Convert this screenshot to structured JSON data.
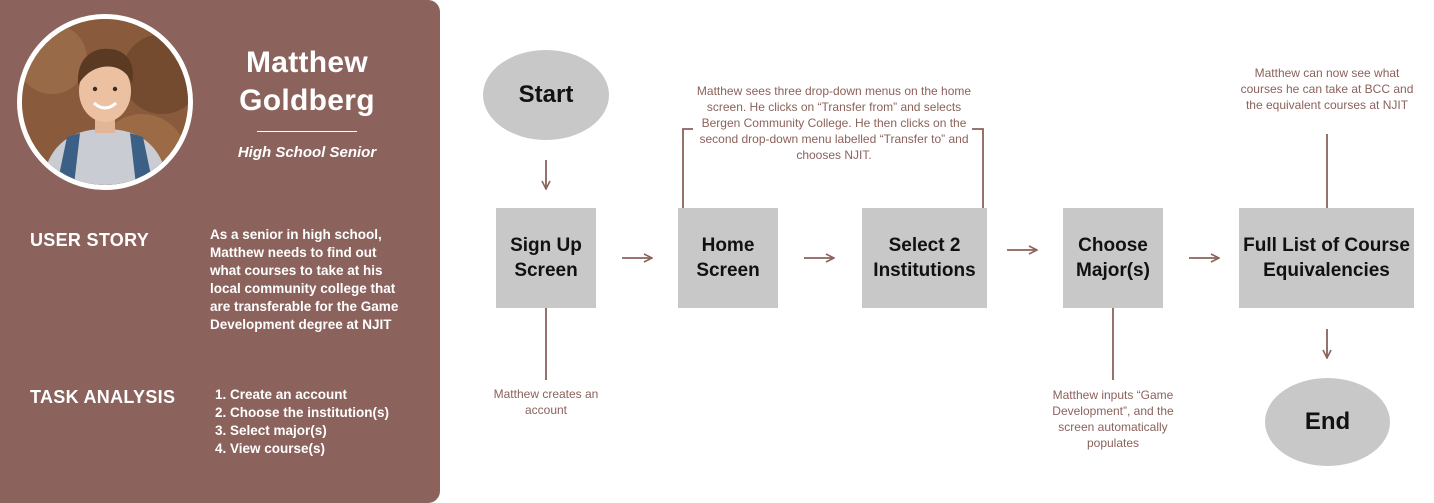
{
  "persona": {
    "name": "Matthew Goldberg",
    "role": "High School Senior"
  },
  "user_story": {
    "title": "USER STORY",
    "text": "As a senior in high school, Matthew needs to find out what courses to take at his local community college that are transferable for the Game Development degree at NJIT"
  },
  "task_analysis": {
    "title": "TASK ANALYSIS",
    "items": [
      "1. Create an account",
      "2. Choose the institution(s)",
      "3. Select major(s)",
      "4. View course(s)"
    ]
  },
  "flow": {
    "start": "Start",
    "end": "End",
    "steps": [
      "Sign Up Screen",
      "Home Screen",
      "Select  2 Institutions",
      "Choose Major(s)",
      "Full List of Course Equivalencies"
    ],
    "notes": {
      "signup": "Matthew creates an account",
      "home": "Matthew sees three drop-down menus on the home screen. He clicks on “Transfer from” and selects Bergen Community College.  He then clicks on the second drop-down menu labelled “Transfer to” and chooses NJIT.",
      "major": "Matthew inputs “Game Development”, and the screen automatically populates",
      "list": "Matthew can now see what courses he can take at BCC and the equivalent courses at NJIT"
    }
  },
  "colors": {
    "card": "#8b625c",
    "node": "#c8c8c8",
    "connector": "#8b625c",
    "note_text": "#8b625c"
  }
}
